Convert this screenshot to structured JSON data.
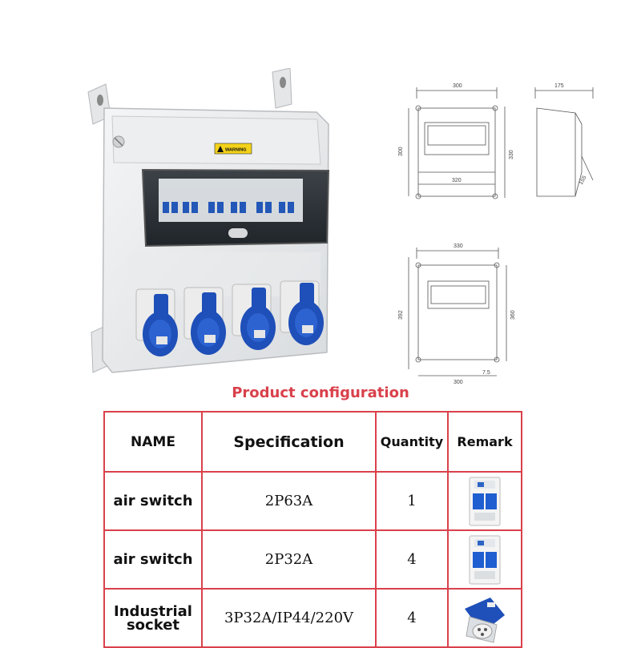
{
  "product_photo": {
    "warning_label": "WARNING"
  },
  "drawing": {
    "front_top": {
      "width_top": "300",
      "height_left": "300",
      "height_right": "330",
      "inner_width": "320"
    },
    "side": {
      "depth": "175",
      "angle_dim": "155"
    },
    "front_bottom": {
      "width_top": "330",
      "height_left": "392",
      "height_right": "360",
      "width_bottom": "300",
      "offset": "7.5"
    }
  },
  "section_title": "Product configuration",
  "table": {
    "headers": [
      "NAME",
      "Specification",
      "Quantity",
      "Remark"
    ],
    "rows": [
      {
        "name": "air switch",
        "spec": "2P63A",
        "qty": "1",
        "remark_icon": "circuit-breaker-icon"
      },
      {
        "name": "air switch",
        "spec": "2P32A",
        "qty": "4",
        "remark_icon": "circuit-breaker-icon"
      },
      {
        "name_line1": "Industrial",
        "name_line2": "socket",
        "spec": "3P32A/IP44/220V",
        "qty": "4",
        "remark_icon": "industrial-socket-icon"
      }
    ]
  },
  "colors": {
    "accent": "#d9414b",
    "socket_blue": "#1f4fb8"
  }
}
